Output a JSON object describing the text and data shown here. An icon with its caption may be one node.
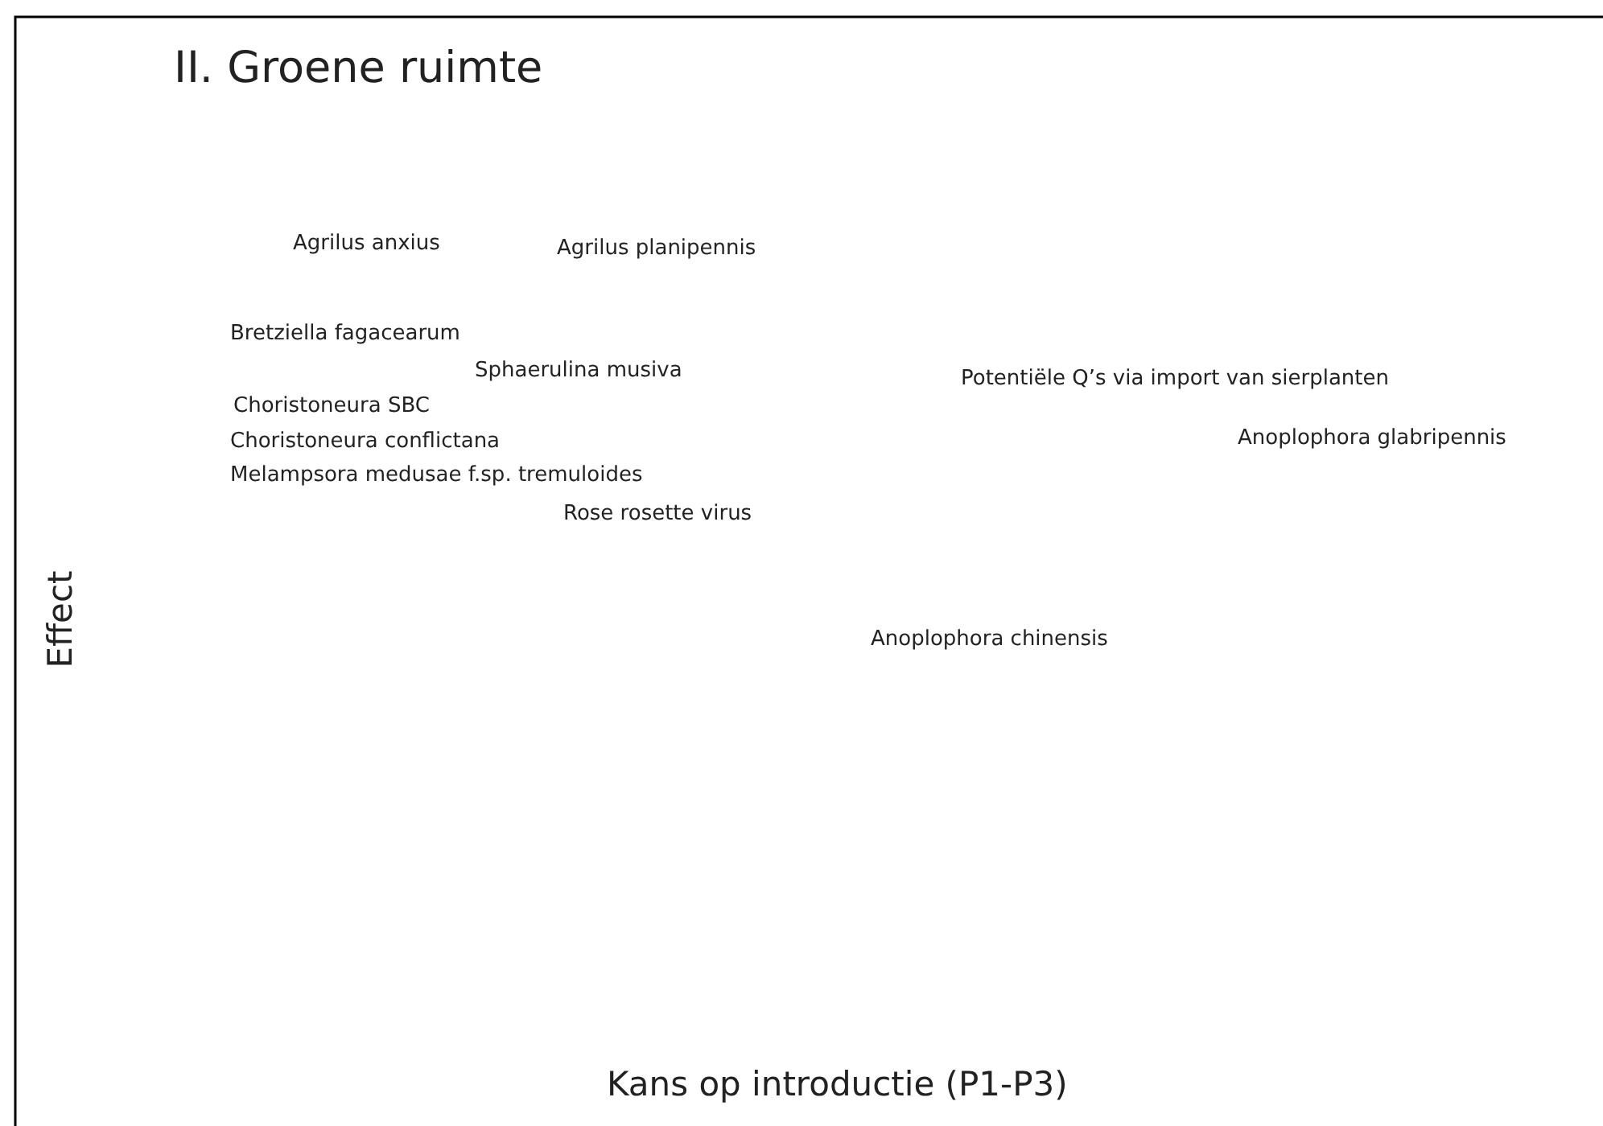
{
  "diagram": {
    "title": "II. Groene ruimte",
    "labels": [
      "Agrilus anxius",
      "Agrilus planipennis",
      "Bretziella fagacearum",
      "Sphaerulina musiva",
      "Choristoneura SBC",
      "Choristoneura conflictana",
      "Melampsora medusae f.sp. tremuloides",
      "Rose rosette virus",
      "Potentiële Q’s via import van sierplanten",
      "Anoplophora glabripennis",
      "Anoplophora chinensis",
      "Effect",
      "Kans op introductie (P1-P3)"
    ]
  }
}
